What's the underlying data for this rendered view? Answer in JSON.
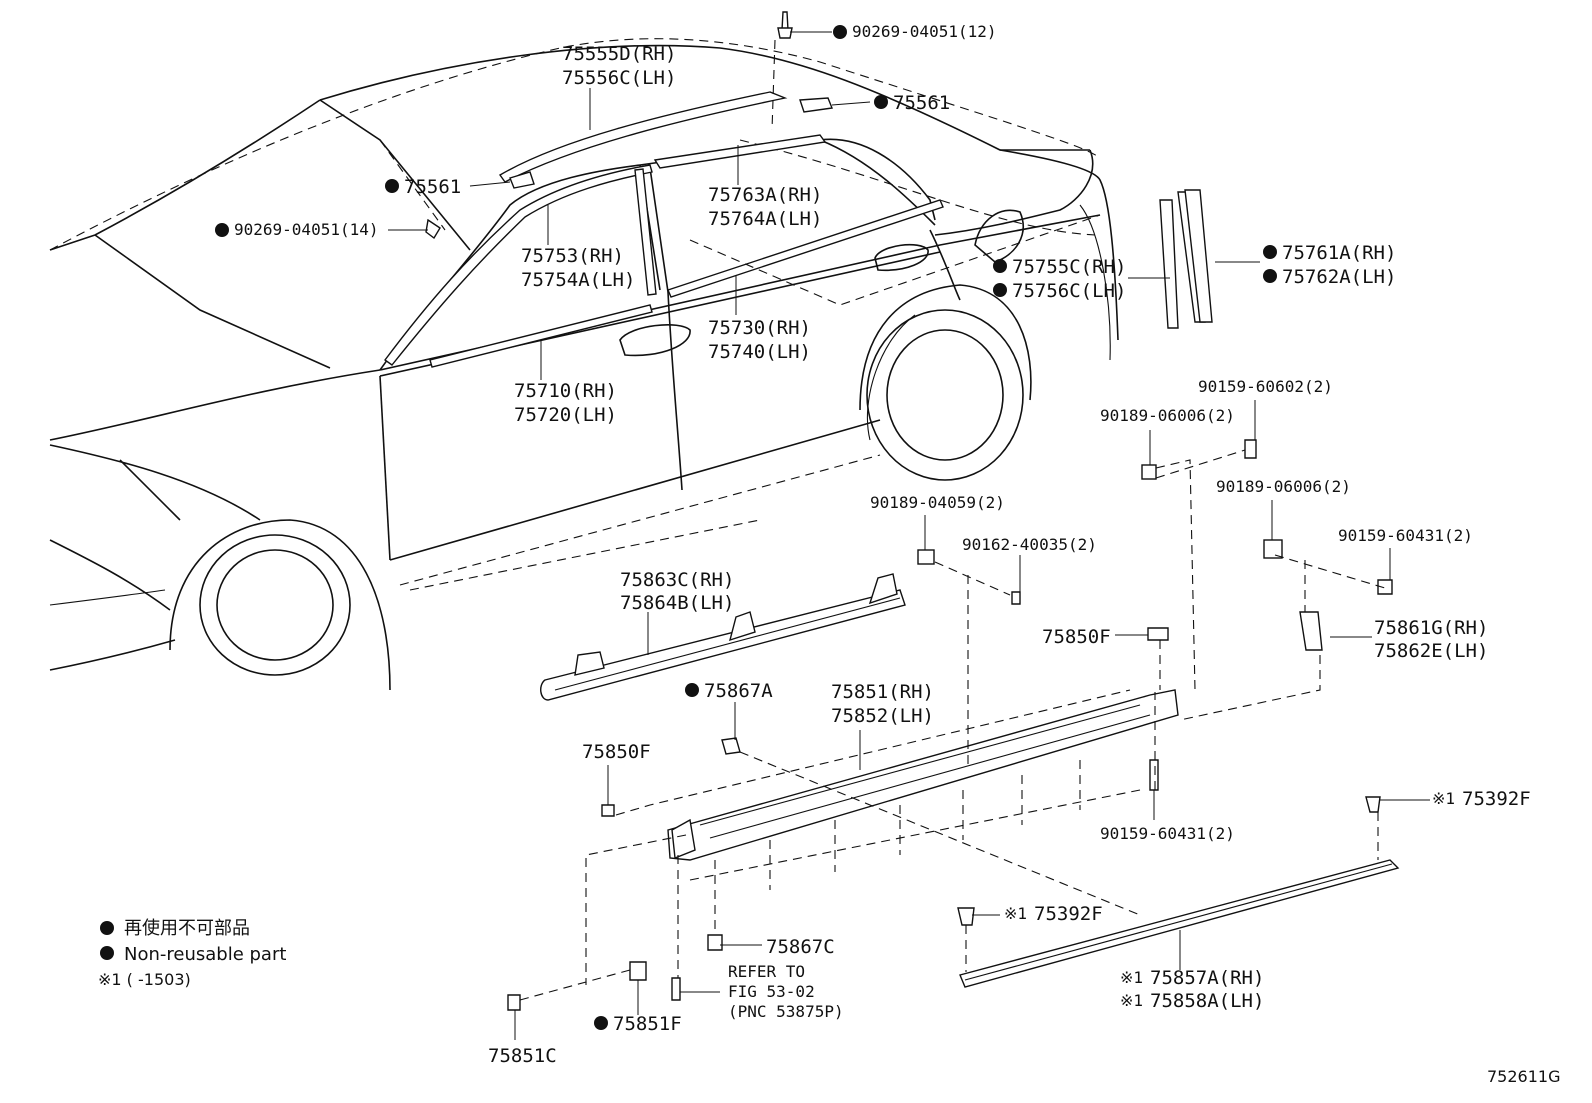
{
  "callouts": {
    "c1": "90269-04051(12)",
    "c2a": "75555D(RH)",
    "c2b": "75556C(LH)",
    "c3": "75561",
    "c4": "75561",
    "c5": "90269-04051(14)",
    "c6a": "75763A(RH)",
    "c6b": "75764A(LH)",
    "c7a": "75753(RH)",
    "c7b": "75754A(LH)",
    "c8a": "75755C(RH)",
    "c8b": "75756C(LH)",
    "c9a": "75761A(RH)",
    "c9b": "75762A(LH)",
    "c10a": "75730(RH)",
    "c10b": "75740(LH)",
    "c11a": "75710(RH)",
    "c11b": "75720(LH)",
    "c12": "90159-60602(2)",
    "c13": "90189-06006(2)",
    "c14": "90189-06006(2)",
    "c15": "90189-04059(2)",
    "c16": "90162-40035(2)",
    "c17": "90159-60431(2)",
    "c18a": "75863C(RH)",
    "c18b": "75864B(LH)",
    "c19": "75850F",
    "c20a": "75861G(RH)",
    "c20b": "75862E(LH)",
    "c21": "75867A",
    "c22a": "75851(RH)",
    "c22b": "75852(LH)",
    "c23": "75850F",
    "c24": "90159-60431(2)",
    "c25": "75392F",
    "c26": "75392F",
    "c27": "75867C",
    "c28a": "REFER TO",
    "c28b": "FIG 53-02",
    "c28c": "(PNC 53875P)",
    "c29a": "75857A(RH)",
    "c29b": "75858A(LH)",
    "c30": "75851F",
    "c31": "75851C"
  },
  "marks": {
    "note": "※1"
  },
  "legend": {
    "line1": "再使用不可部品",
    "line2": "Non-reusable part",
    "line3": "※1 (      -1503)"
  },
  "figure_id": "752611G"
}
